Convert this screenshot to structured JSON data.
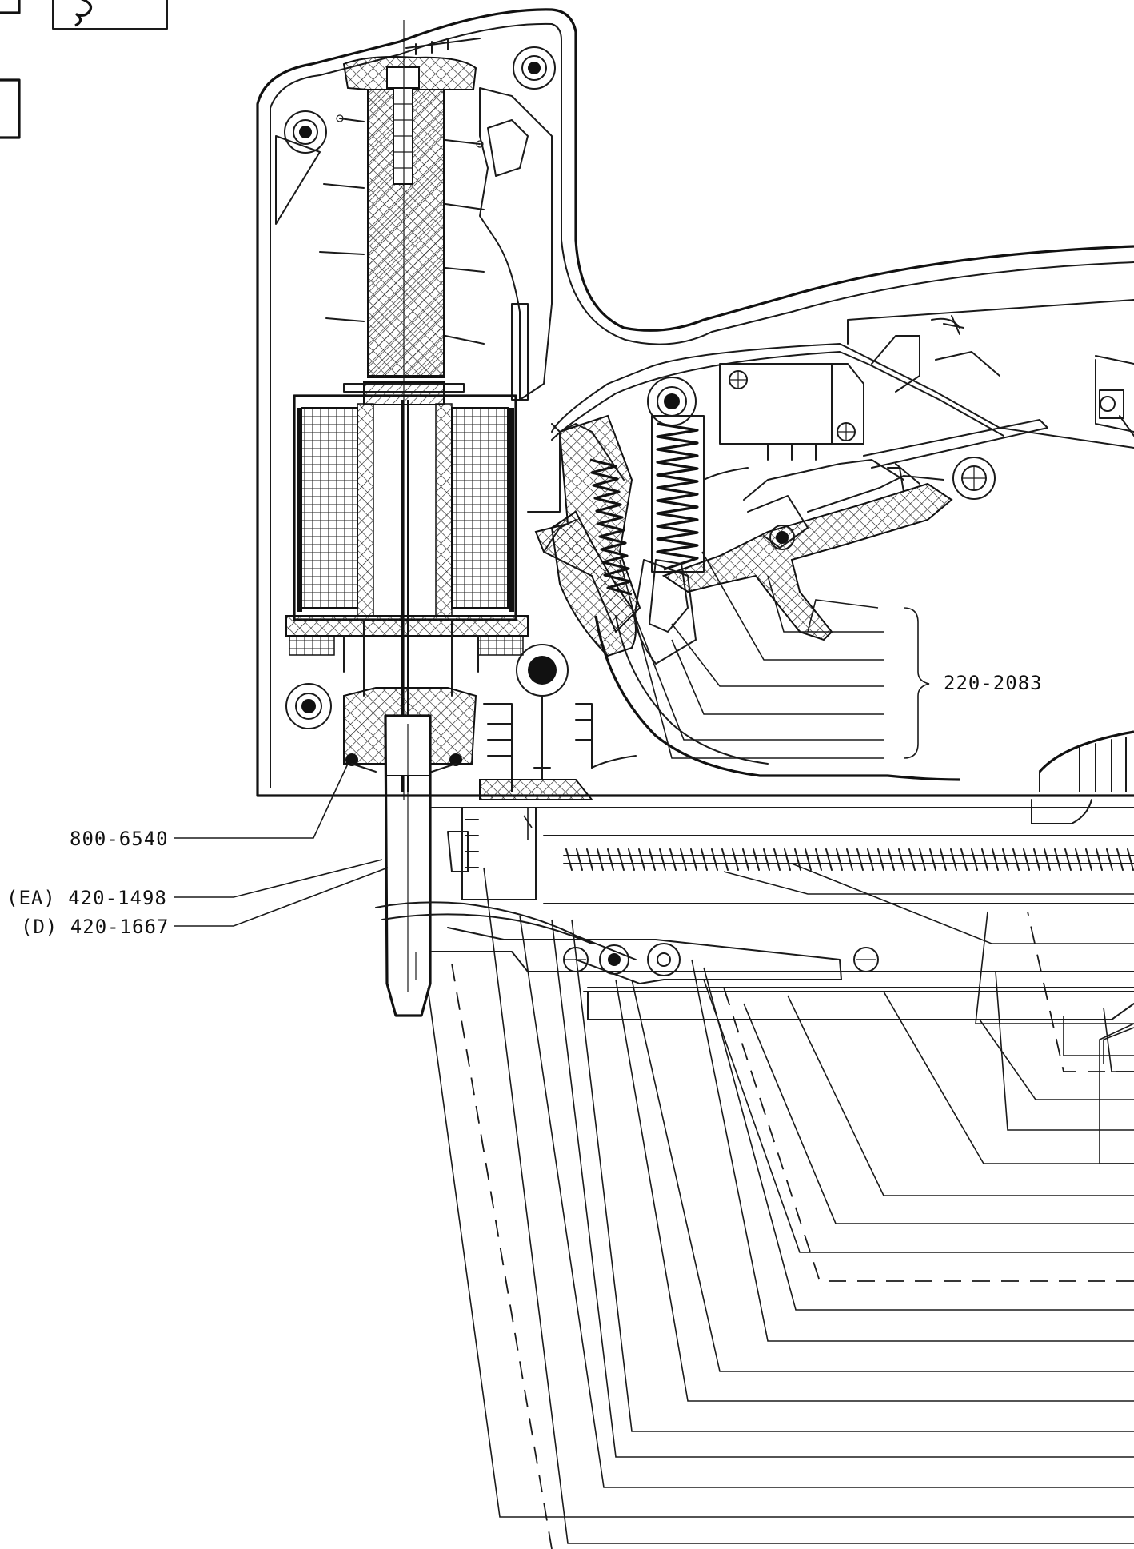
{
  "labels": {
    "part_800_6540": "800-6540",
    "part_ea": "(EA) 420-1498",
    "part_d": "(D) 420-1667",
    "part_220_2083": "220-2083"
  }
}
